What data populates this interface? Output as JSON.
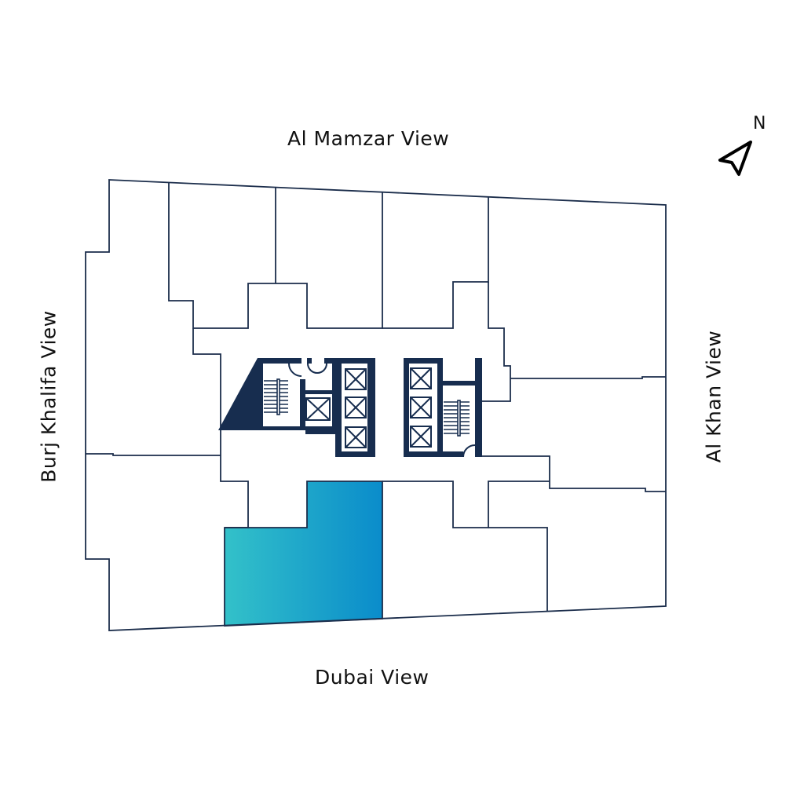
{
  "views": {
    "north": "Al Mamzar View",
    "south": "Dubai View",
    "west": "Burj Khalifa View",
    "east": "Al Khan View"
  },
  "compass": {
    "label": "N",
    "icon": "north-arrow-icon"
  },
  "colors": {
    "wall": "#1b2d4b",
    "highlight_start": "#33c1c9",
    "highlight_end": "#0a8ccb"
  },
  "highlighted_unit": {
    "icon": "selected-unit"
  }
}
